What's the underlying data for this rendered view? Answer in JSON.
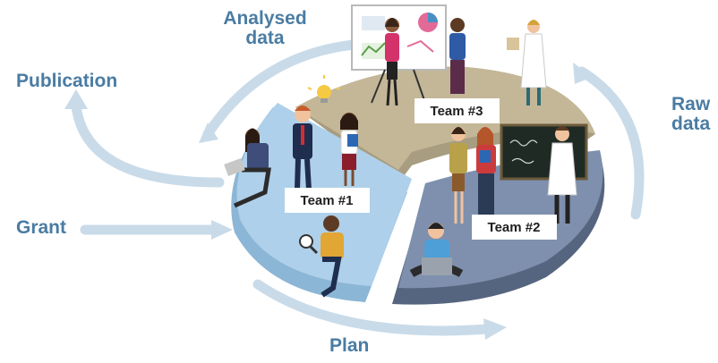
{
  "labels": {
    "analysed_data_line1": "Analysed",
    "analysed_data_line2": "data",
    "publication": "Publication",
    "grant": "Grant",
    "plan": "Plan",
    "raw_data_line1": "Raw",
    "raw_data_line2": "data"
  },
  "teams": {
    "team1": "Team #1",
    "team2": "Team #2",
    "team3": "Team #3"
  },
  "colors": {
    "label_blue": "#4a7ca3",
    "arrow": "#c9dbe9",
    "segment_team1": "#9bc2e0",
    "segment_team2": "#6b7d9b",
    "segment_team3": "#b3a78a"
  },
  "icons": [
    "lightbulb-icon",
    "magnifier-icon",
    "laptop-icon",
    "pie-chart-icon"
  ]
}
